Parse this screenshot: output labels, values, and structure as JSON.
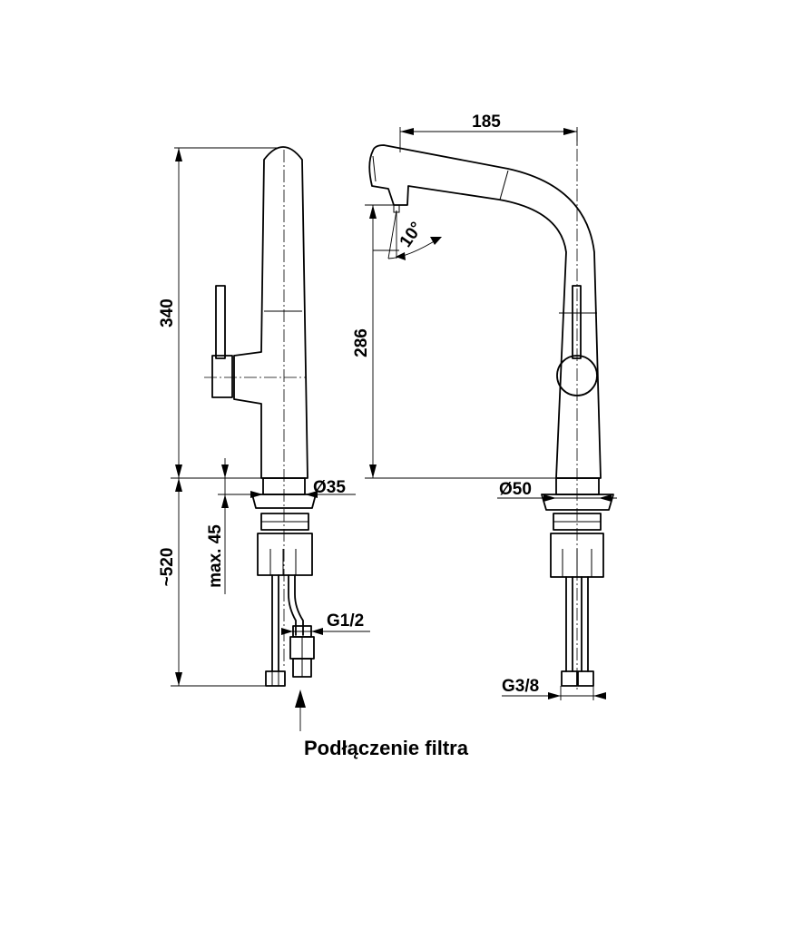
{
  "side_view": {
    "height_label": "340",
    "pipe_length_label": "~520",
    "max_label": "max. 45",
    "base_diameter_label": "Ø35",
    "thread_label": "G1/2",
    "filter_caption": "Podłączenie filtra"
  },
  "front_view": {
    "reach_label": "185",
    "outlet_height_label": "286",
    "angle_label": "10°",
    "base_diameter_label": "Ø50",
    "thread_label": "G3/8"
  }
}
